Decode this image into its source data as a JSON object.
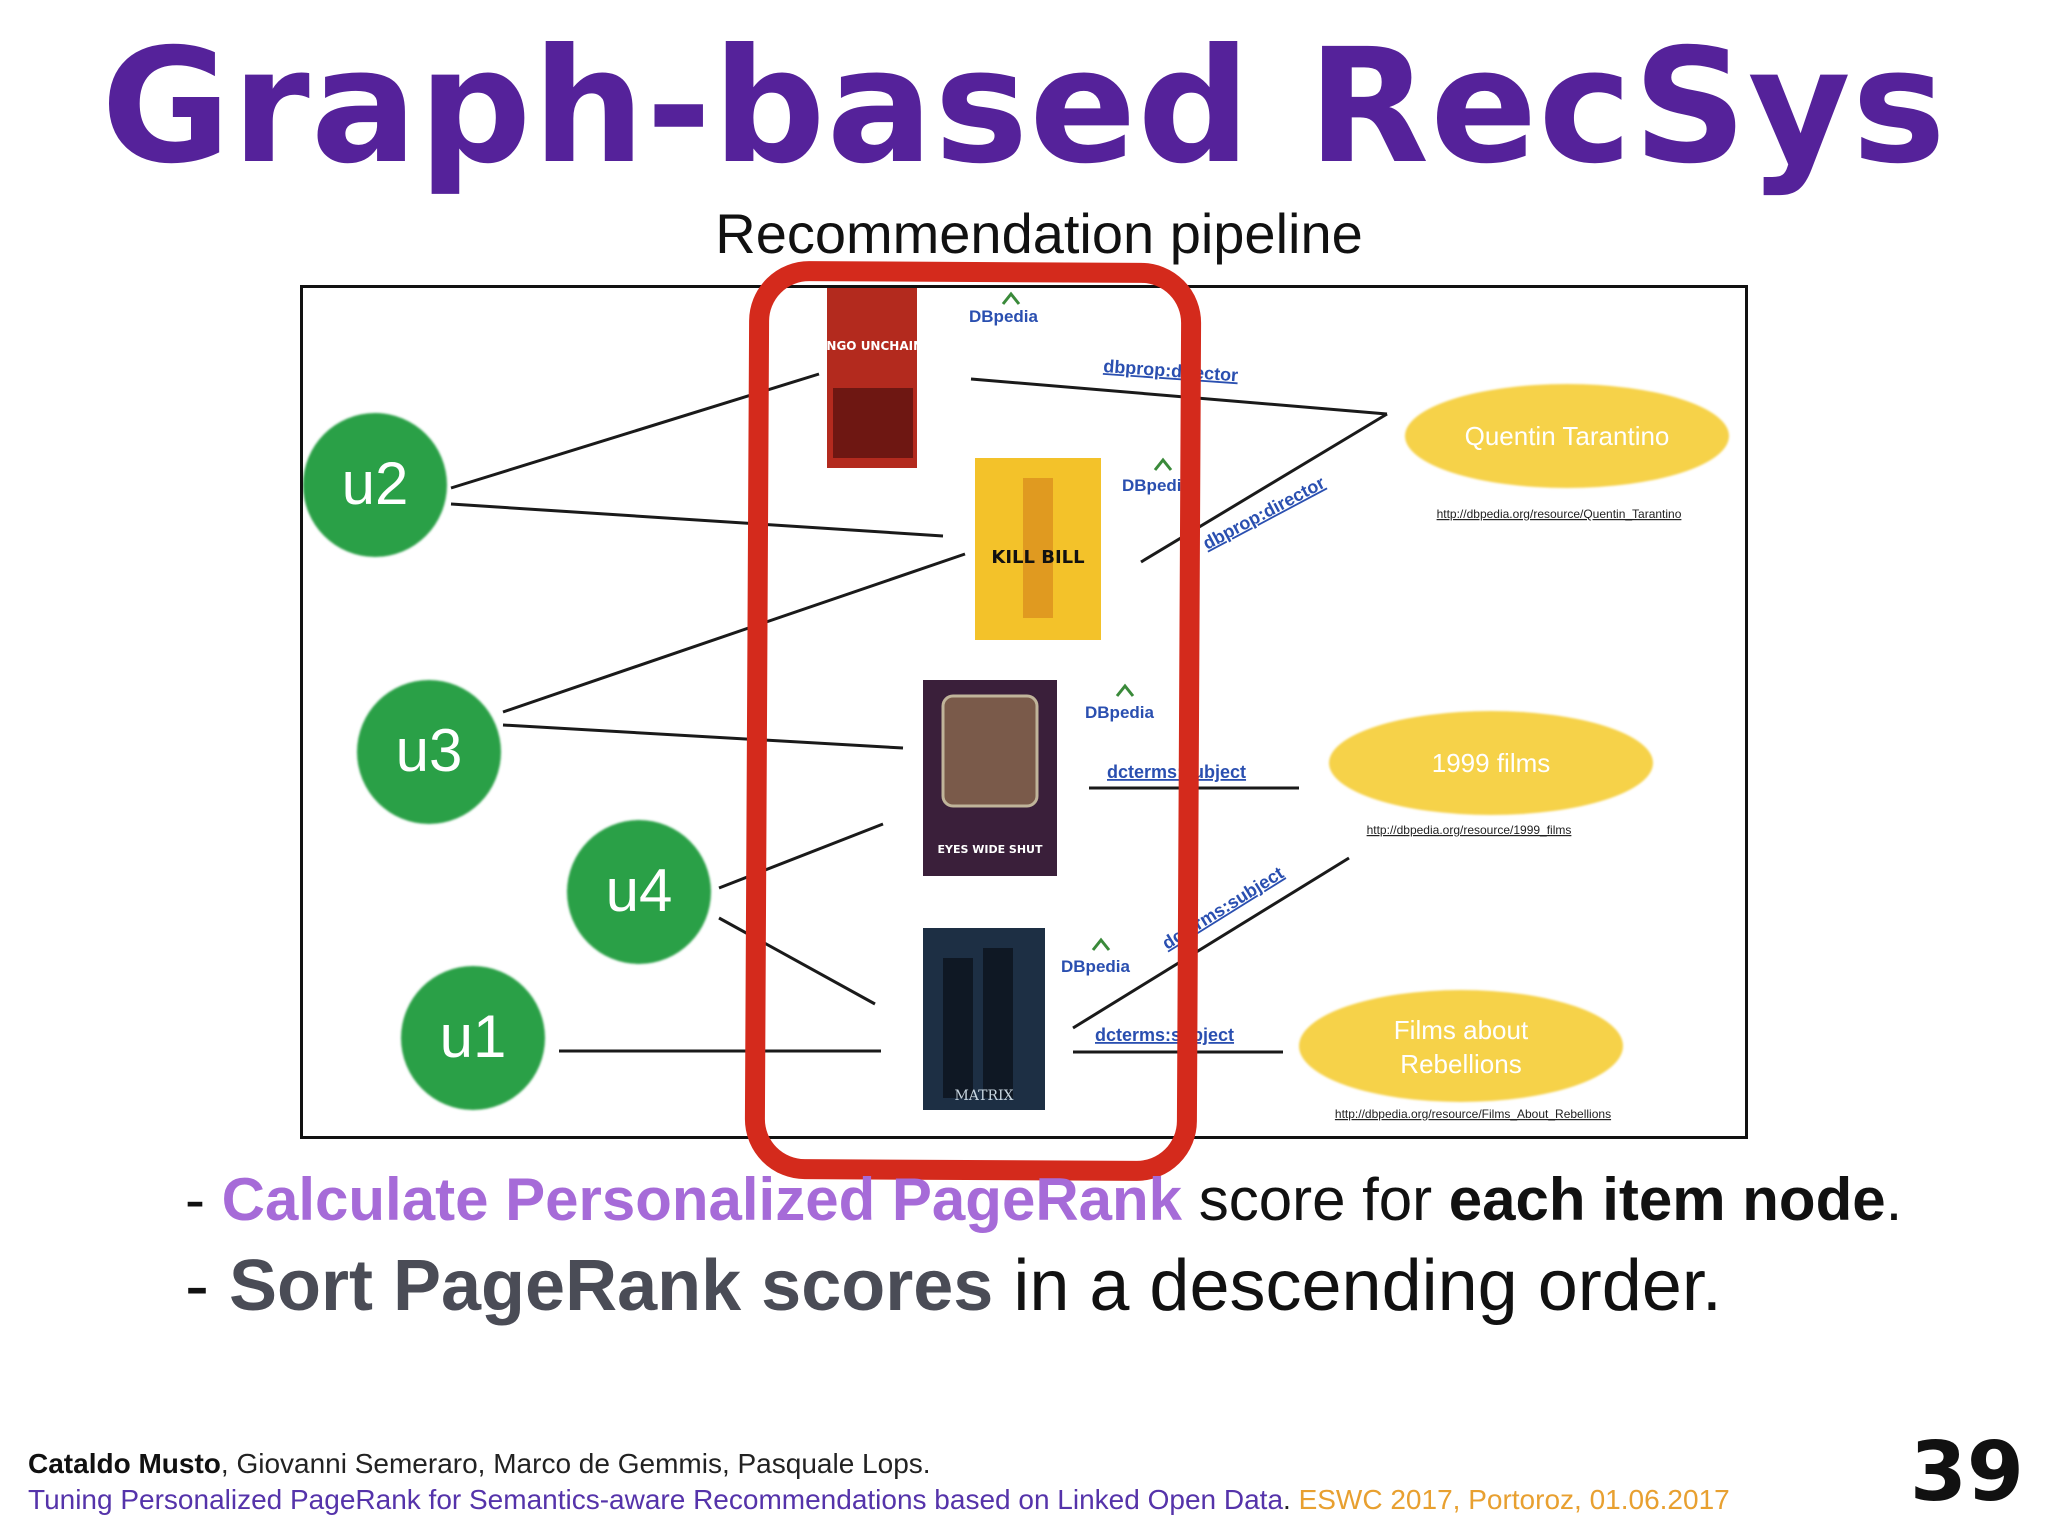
{
  "slide": {
    "title": "Graph-based RecSys",
    "subtitle": "Recommendation pipeline",
    "page_number": "39"
  },
  "diagram": {
    "users": [
      {
        "label": "u2"
      },
      {
        "label": "u3"
      },
      {
        "label": "u4"
      },
      {
        "label": "u1"
      }
    ],
    "items": [
      {
        "poster_text": "DJANGO UNCHAINED",
        "poster_color": "#b32a1e"
      },
      {
        "poster_text": "KILL BILL",
        "poster_color": "#f3c22a"
      },
      {
        "poster_text": "EYES WIDE SHUT",
        "poster_color": "#3a1f3a"
      },
      {
        "poster_text": "MATRIX",
        "poster_color": "#1d2f44"
      }
    ],
    "dbpedia_logo_text": "DBpedia",
    "entities": [
      {
        "label": "Quentin Tarantino",
        "url": "http://dbpedia.org/resource/Quentin_Tarantino"
      },
      {
        "label": "1999 films",
        "url": "http://dbpedia.org/resource/1999_films"
      },
      {
        "label_line1": "Films about",
        "label_line2": "Rebellions",
        "url": "http://dbpedia.org/resource/Films_About_Rebellions"
      }
    ],
    "properties": [
      {
        "label": "dbprop:director"
      },
      {
        "label": "dbprop:director"
      },
      {
        "label": "dcterms:subject"
      },
      {
        "label": "dcterms:subject"
      },
      {
        "label": "dcterms:subject"
      }
    ],
    "colors": {
      "user_node": "#2aa046",
      "entity_node": "#f6d24a",
      "highlight": "#d42a1c",
      "property_text": "#2a4fb0"
    }
  },
  "bullets": {
    "b1_prefix": "- ",
    "b1_highlight": "Calculate Personalized PageRank",
    "b1_mid": " score for ",
    "b1_bold": "each item node",
    "b1_end": ".",
    "b2_prefix": "- ",
    "b2_bold": "Sort PageRank scores",
    "b2_end": " in a descending order."
  },
  "footer": {
    "author_main": "Cataldo Musto",
    "authors_rest": ", Giovanni Semeraro, Marco de Gemmis, Pasquale Lops.",
    "paper_title": "Tuning Personalized PageRank for Semantics-aware Recommendations based on Linked Open Data",
    "paper_sep": ". ",
    "venue": "ESWC 2017, Portoroz, 01.06.2017"
  }
}
